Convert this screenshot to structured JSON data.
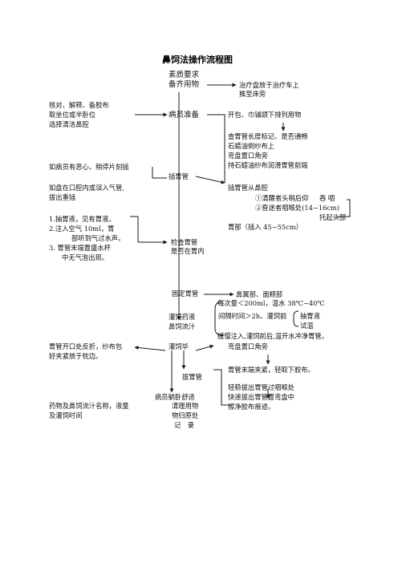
{
  "title": "鼻饲法操作流程图",
  "main_flow": {
    "s1": "素质要求",
    "s2": "备齐用物",
    "s3": "病员准备",
    "s4": "插胃管",
    "s5a": "检查胃管",
    "s5b": "是否在胃内",
    "s6": "固定胃管",
    "s7a": "灌饲药液",
    "s7b": "鼻饲流汁",
    "s8": "灌饲毕",
    "s9": "拔胃管",
    "s10": "病员躺卧舒适",
    "s11": "清理用物",
    "s12": "物归原处",
    "s13": "记　录"
  },
  "right_notes": {
    "r1": "治疗盘放于治疗车上",
    "r2": "推至床旁",
    "r3": "开包、巾铺颌下排列用物",
    "r4": "查胃管长度标记、是否通畅",
    "r5": "石蜡油倒纱布上",
    "r6": "弯盘置口角旁",
    "r7": "持石蜡油纱布润滑胃管前端",
    "r8": "插胃管从鼻腔",
    "r9a": "①清醒者头稍后仰",
    "r9b": "吞 咽",
    "r10": "②昏迷者咽喉处(14~16cm)",
    "r11": "托起头部",
    "r12": "胃部（插入 45~55cm）",
    "r13": "鼻翼部、面颊部",
    "r14": "每次量＜200ml，温水 38℃~40℃",
    "r15a": "间隔时间＞2h、灌饲前",
    "r15b": "抽胃液",
    "r16": "试温",
    "r17": "缓慢注入,灌饲前后,温开水冲净胃管。",
    "r18": "弯盘置口角旁",
    "r19": "胃管末端夹紧，轻取下胶布。",
    "r20": "轻稳拔出胃管过咽喉处",
    "r21": "快速拔出胃管置弯盘中",
    "r22": "擦净胶布痕迹。"
  },
  "left_notes": {
    "l1": "核对、解释、备胶布",
    "l2": "取坐位或半卧位",
    "l3": "选择清洁鼻腔",
    "l4": "如病员有恶心、稍停片刻插",
    "l5": "如盘在口腔内或误入气管,",
    "l6": "拔出重插",
    "l7": "1.抽胃液，见有胃液。",
    "l8": "2.注入空气 10ml，胃",
    "l9": "部听到气过水声。",
    "l10": "3. 胃管末端置盛水杯",
    "l11": "中无气泡出现。",
    "l12": "胃管开口处反折，纱布包",
    "l13": "好夹紧放于枕边。",
    "l14": "药物及鼻饲流汁名称，液量",
    "l15": "及灌饲时间"
  },
  "colors": {
    "line": "#1a1a1a",
    "text": "#111111"
  }
}
